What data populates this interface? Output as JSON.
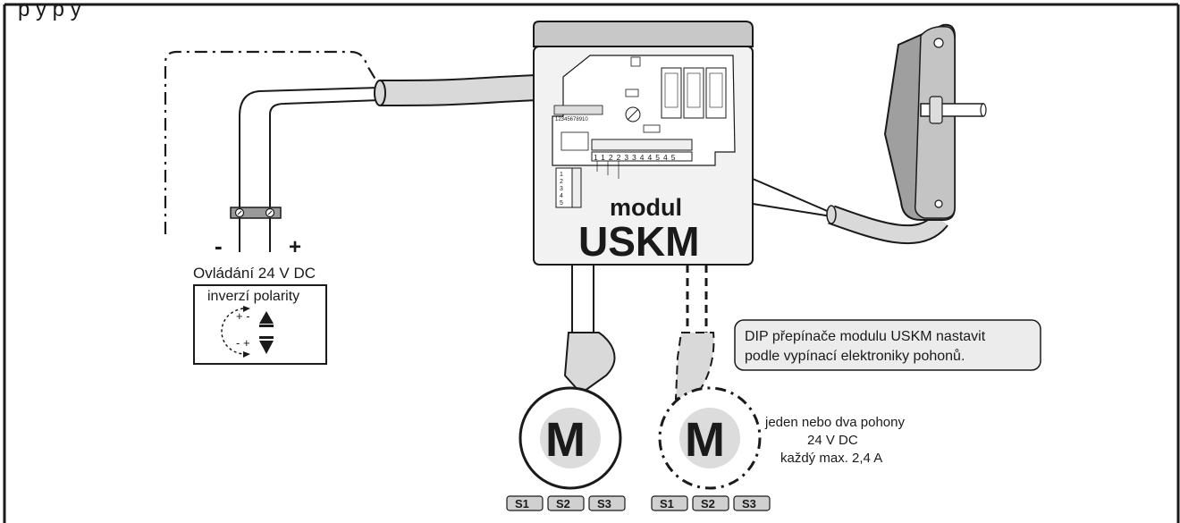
{
  "header": {
    "text": "p        y        p      y"
  },
  "module": {
    "line1": "modul",
    "line2": "USKM"
  },
  "control": {
    "minus": "-",
    "plus": "+",
    "label": "Ovládání 24 V DC",
    "box_title": "inverzí polarity",
    "pol_up": "+ -",
    "pol_down": "- +"
  },
  "motor": {
    "letter": "M",
    "letter2": "M"
  },
  "note": {
    "line1": "DIP přepínače modulu USKM nastavit",
    "line2": "podle vypínací elektroniky pohonů."
  },
  "motor_info": {
    "line1": "jeden nebo dva pohony",
    "line2": "24  V DC",
    "line3": "každý max. 2,4 A"
  },
  "switches_left": [
    "S1",
    "S2",
    "S3"
  ],
  "switches_right": [
    "S1",
    "S2",
    "S3"
  ],
  "pcb": {
    "dip_label": "12345678910",
    "term_top": [
      "1",
      "1",
      "2",
      "2",
      "3",
      "3",
      "4",
      "4",
      "5",
      "4",
      "5"
    ],
    "mini_labels": [
      "1",
      "2",
      "3",
      "4",
      "5"
    ]
  },
  "colors": {
    "ink": "#1a1a1a",
    "cable": "#d9d9d9",
    "box": "#f2f2f2",
    "note_bg": "#ececec",
    "motor_fill": "#dcdcdc"
  }
}
